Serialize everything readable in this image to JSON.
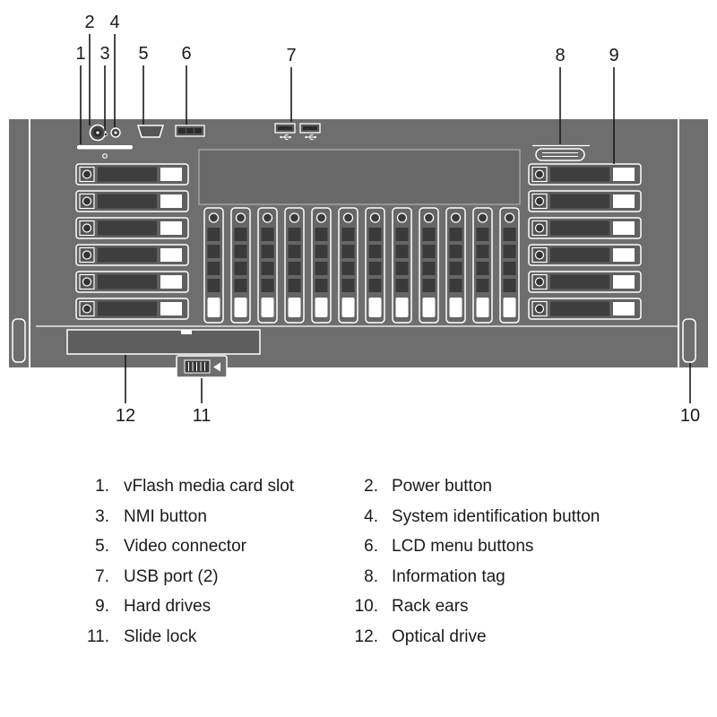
{
  "figure": {
    "colors": {
      "chassis": "#6e6e6e",
      "panel_detail": "#ffffff",
      "text": "#1a1a1a"
    }
  },
  "callouts": [
    {
      "num": "1",
      "target": "vflash-media-card-slot"
    },
    {
      "num": "2",
      "target": "power-button"
    },
    {
      "num": "3",
      "target": "nmi-button"
    },
    {
      "num": "4",
      "target": "system-identification-button"
    },
    {
      "num": "5",
      "target": "video-connector"
    },
    {
      "num": "6",
      "target": "lcd-menu-buttons"
    },
    {
      "num": "7",
      "target": "usb-ports"
    },
    {
      "num": "8",
      "target": "information-tag"
    },
    {
      "num": "9",
      "target": "hard-drives"
    },
    {
      "num": "10",
      "target": "rack-ears"
    },
    {
      "num": "11",
      "target": "slide-lock"
    },
    {
      "num": "12",
      "target": "optical-drive"
    }
  ],
  "legend": [
    {
      "num": "1.",
      "label": "vFlash media card slot"
    },
    {
      "num": "2.",
      "label": "Power button"
    },
    {
      "num": "3.",
      "label": "NMI button"
    },
    {
      "num": "4.",
      "label": "System identification button"
    },
    {
      "num": "5.",
      "label": "Video connector"
    },
    {
      "num": "6.",
      "label": "LCD menu buttons"
    },
    {
      "num": "7.",
      "label": "USB port (2)"
    },
    {
      "num": "8.",
      "label": "Information tag"
    },
    {
      "num": "9.",
      "label": "Hard drives"
    },
    {
      "num": "10.",
      "label": "Rack ears"
    },
    {
      "num": "11.",
      "label": "Slide lock"
    },
    {
      "num": "12.",
      "label": "Optical drive"
    }
  ]
}
